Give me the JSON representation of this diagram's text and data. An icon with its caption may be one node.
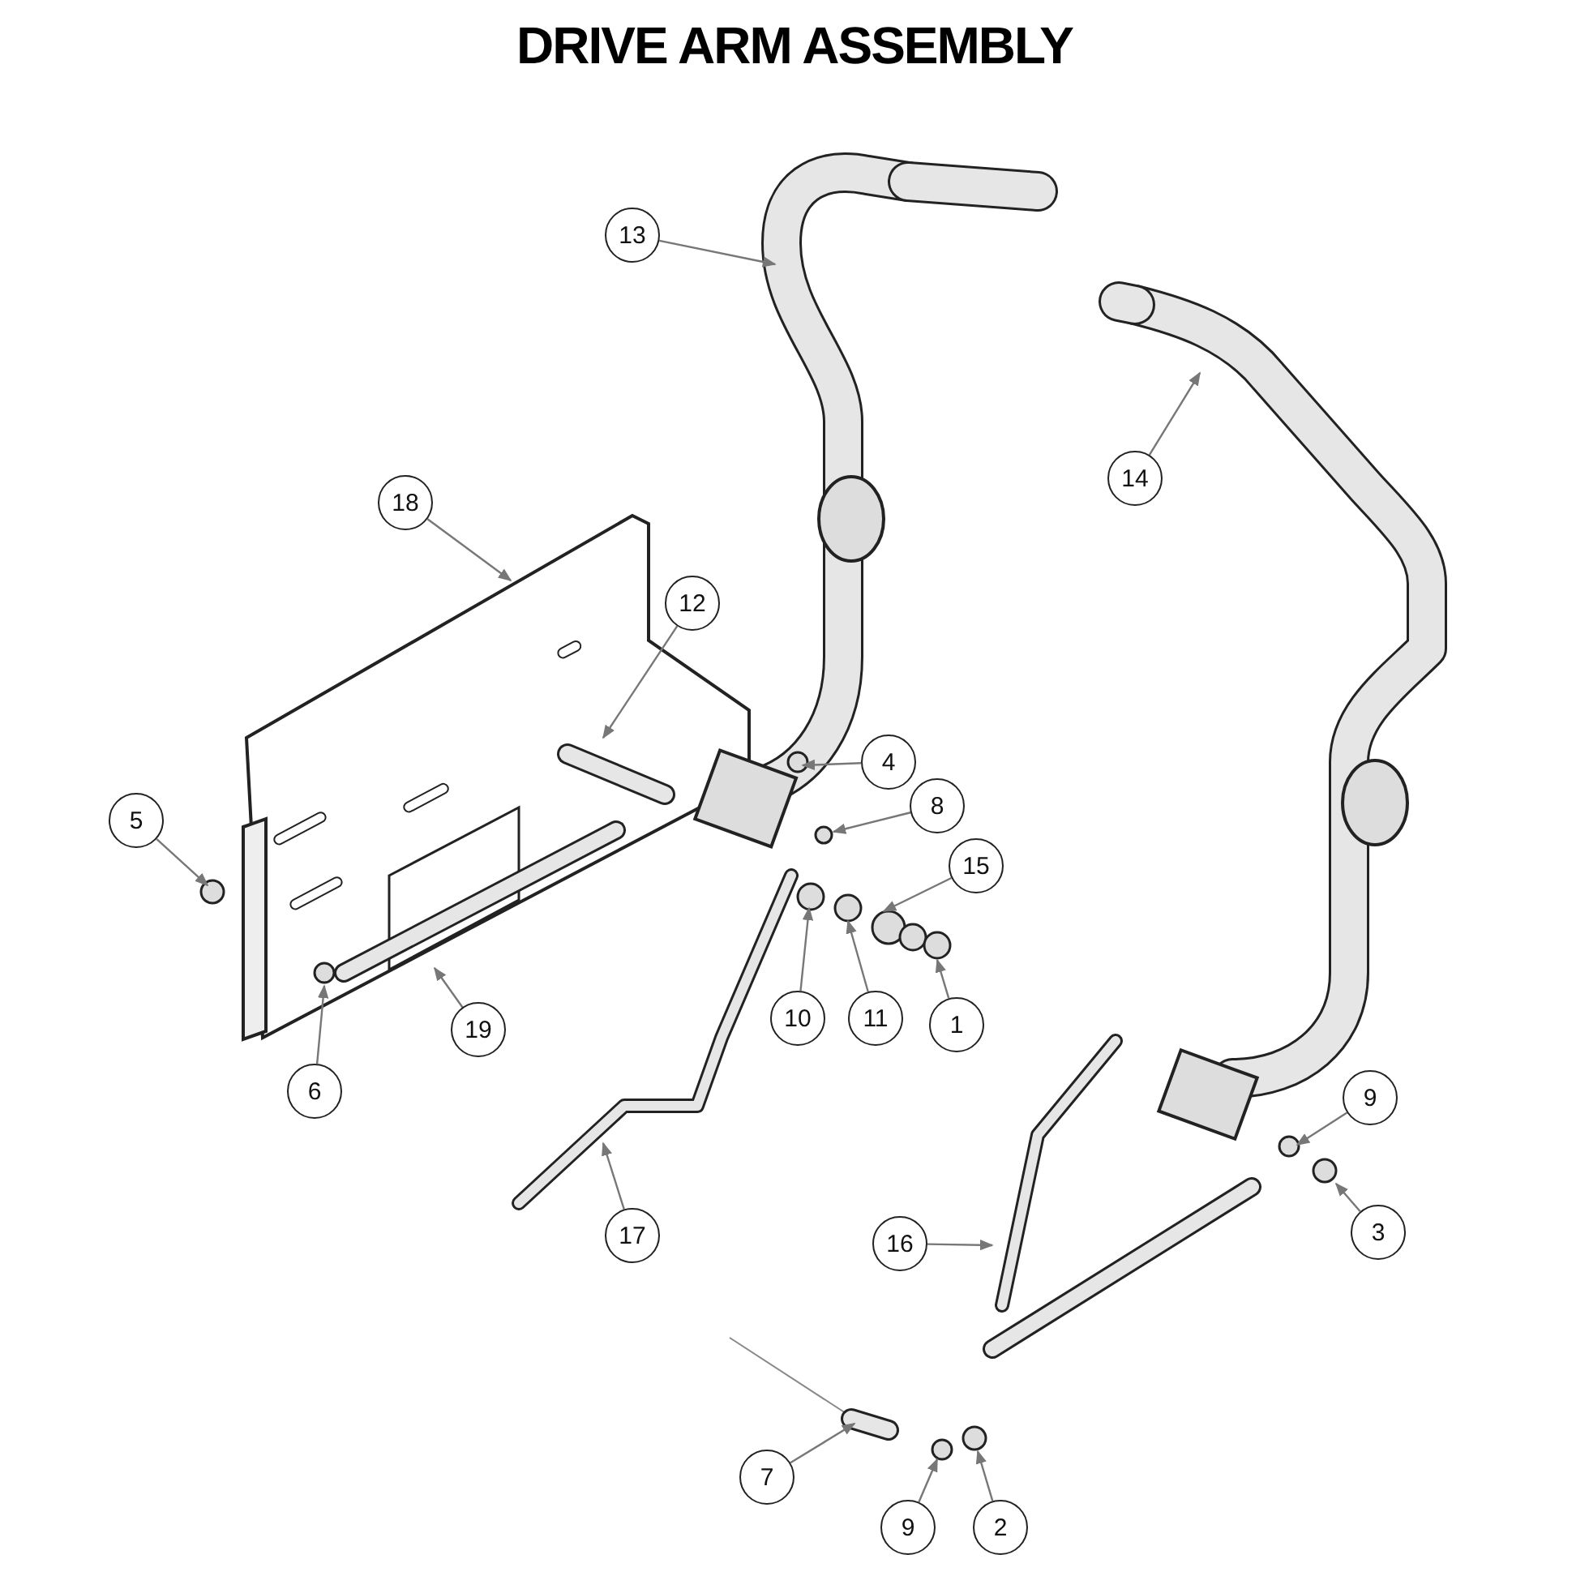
{
  "diagram": {
    "title": "DRIVE ARM ASSEMBLY",
    "nodes": [
      {
        "text": [
          "13"
        ]
      },
      {
        "text": [
          "14"
        ]
      },
      {
        "text": [
          "18"
        ]
      },
      {
        "text": [
          "12"
        ]
      },
      {
        "text": [
          "4"
        ]
      },
      {
        "text": [
          "8"
        ]
      },
      {
        "text": [
          "5"
        ]
      },
      {
        "text": [
          "15"
        ]
      },
      {
        "text": [
          "10"
        ]
      },
      {
        "text": [
          "11"
        ]
      },
      {
        "text": [
          "1"
        ]
      },
      {
        "text": [
          "6"
        ]
      },
      {
        "text": [
          "19"
        ]
      },
      {
        "text": [
          "9"
        ]
      },
      {
        "text": [
          "3"
        ]
      },
      {
        "text": [
          "17"
        ]
      },
      {
        "text": [
          "16"
        ]
      },
      {
        "text": [
          "7"
        ]
      },
      {
        "text": [
          "9"
        ]
      },
      {
        "text": [
          "2"
        ]
      }
    ],
    "edges": [
      {
        "from": 0,
        "to": null,
        "arrow": "to"
      },
      {
        "from": 1,
        "to": null,
        "arrow": "to"
      },
      {
        "from": 2,
        "to": null,
        "arrow": "to"
      },
      {
        "from": 3,
        "to": null,
        "arrow": "to"
      },
      {
        "from": 4,
        "to": null,
        "arrow": "to"
      },
      {
        "from": 5,
        "to": null,
        "arrow": "to"
      },
      {
        "from": 6,
        "to": null,
        "arrow": "to"
      },
      {
        "from": 7,
        "to": null,
        "arrow": "to"
      },
      {
        "from": 8,
        "to": null,
        "arrow": "to"
      },
      {
        "from": 9,
        "to": null,
        "arrow": "to"
      },
      {
        "from": 10,
        "to": null,
        "arrow": "to"
      },
      {
        "from": 11,
        "to": null,
        "arrow": "to"
      },
      {
        "from": 12,
        "to": null,
        "arrow": "to"
      },
      {
        "from": 13,
        "to": null,
        "arrow": "to"
      },
      {
        "from": 14,
        "to": null,
        "arrow": "to"
      },
      {
        "from": 15,
        "to": null,
        "arrow": "to"
      },
      {
        "from": 16,
        "to": null,
        "arrow": "to"
      },
      {
        "from": 17,
        "to": null,
        "arrow": "to"
      },
      {
        "from": 18,
        "to": null,
        "arrow": "to"
      },
      {
        "from": 19,
        "to": null,
        "arrow": "to"
      }
    ]
  }
}
